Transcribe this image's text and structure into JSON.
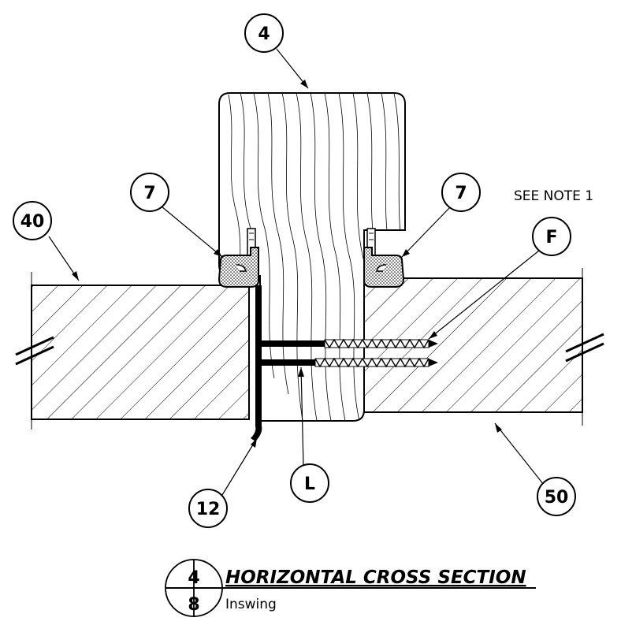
{
  "callouts": {
    "part_4": "4",
    "part_7_left": "7",
    "part_7_right": "7",
    "part_40": "40",
    "part_f": "F",
    "part_12": "12",
    "part_l": "L",
    "part_50": "50"
  },
  "note": "SEE NOTE 1",
  "title_block": {
    "detail_number": "4",
    "sheet_number": "8",
    "title": "HORIZONTAL CROSS SECTION",
    "subtitle": "Inswing"
  }
}
